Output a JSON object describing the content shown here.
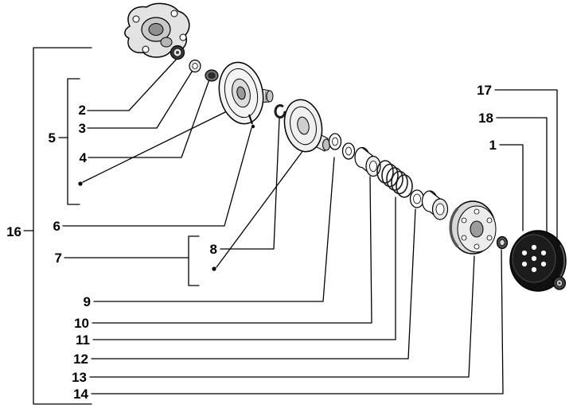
{
  "diagram": {
    "type": "exploded-parts-diagram",
    "background_color": "#ffffff",
    "line_color": "#000000",
    "dark_part_color": "#101010",
    "light_part_color": "#f2f2f2",
    "callouts": {
      "c1": "1",
      "c2": "2",
      "c3": "3",
      "c4": "4",
      "c5": "5",
      "c6": "6",
      "c7": "7",
      "c8": "8",
      "c9": "9",
      "c10": "10",
      "c11": "11",
      "c12": "12",
      "c13": "13",
      "c14": "14",
      "c16": "16",
      "c17": "17",
      "c18": "18"
    }
  }
}
